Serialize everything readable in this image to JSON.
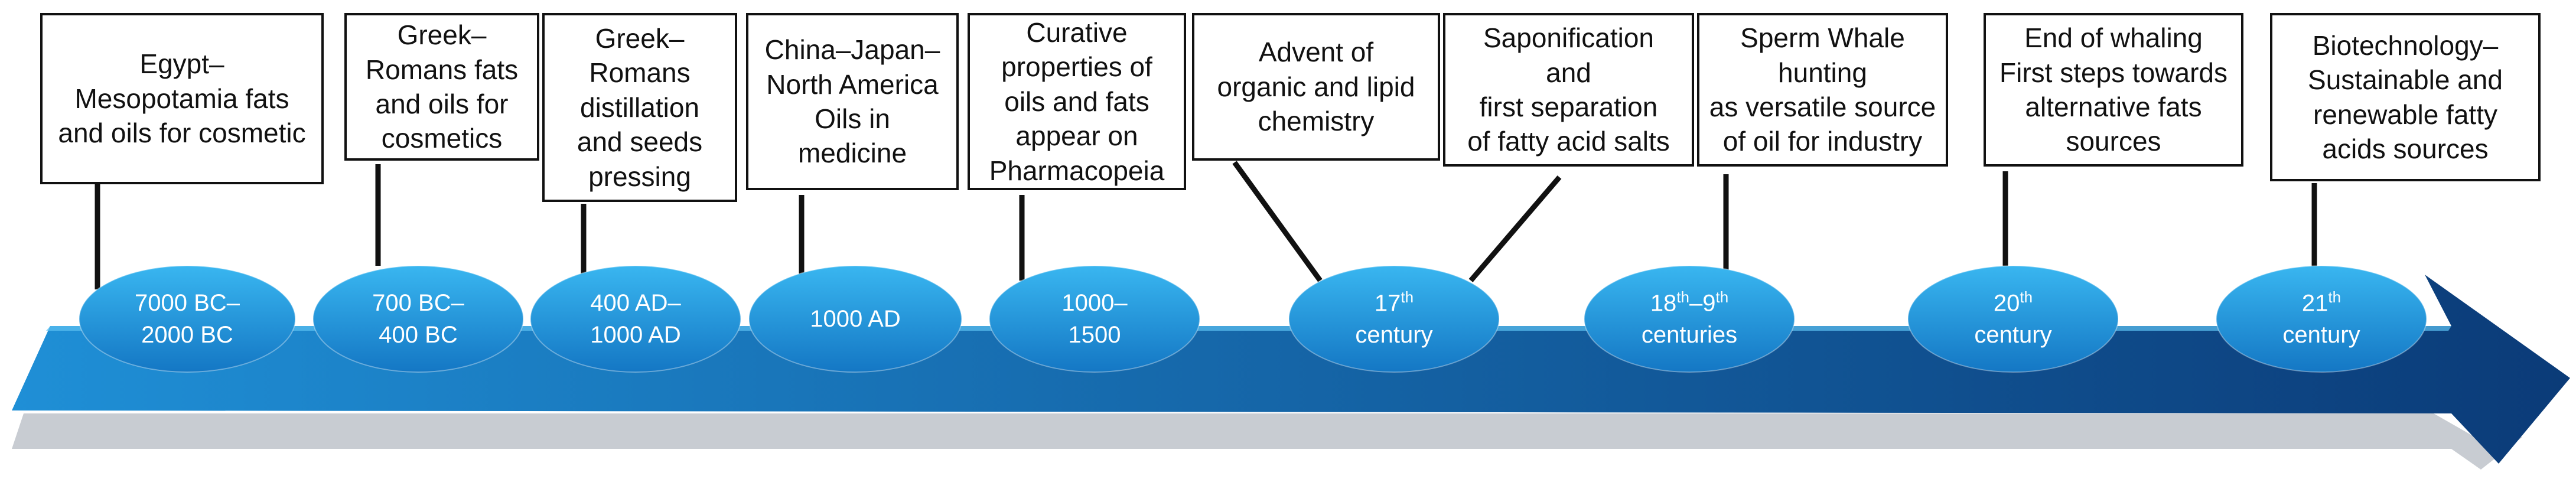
{
  "colors": {
    "arrow_light": "#1f8fd6",
    "arrow_dark": "#0b3b78",
    "oval_light": "#39b6f0",
    "oval_dark": "#1477c4",
    "connector": "#111111"
  },
  "timeline": [
    {
      "box_text": "Egypt–\nMesopotamia fats\nand oils for cosmetic",
      "period": "7000 BC–\n2000 BC"
    },
    {
      "box_text": "Greek–\nRomans fats\nand oils for\ncosmetics",
      "period": "700 BC–\n400 BC"
    },
    {
      "box_text": "Greek–\nRomans\ndistillation\nand seeds\npressing",
      "period": "400 AD–\n1000 AD"
    },
    {
      "box_text": "China–Japan–\nNorth America\nOils in\nmedicine",
      "period": "1000 AD"
    },
    {
      "box_text": "Curative\nproperties of\noils and fats\nappear on\nPharmacopeia",
      "period": "1000–\n1500"
    },
    {
      "box_text": "Advent of\norganic and lipid\nchemistry",
      "period": "17th\ncentury"
    },
    {
      "box_text": "Saponification\nand\nfirst separation\nof fatty acid salts",
      "period": "18th–9th\ncenturies"
    },
    {
      "box_text": "Sperm Whale\nhunting\nas versatile source\nof oil for industry",
      "period": "20th\ncentury"
    },
    {
      "box_text": "End of whaling\nFirst steps towards\nalternative fats\nsources",
      "period": "21th\ncentury"
    },
    {
      "box_text": "Biotechnology–\nSustainable and\nrenewable fatty\nacids sources",
      "period": ""
    }
  ]
}
